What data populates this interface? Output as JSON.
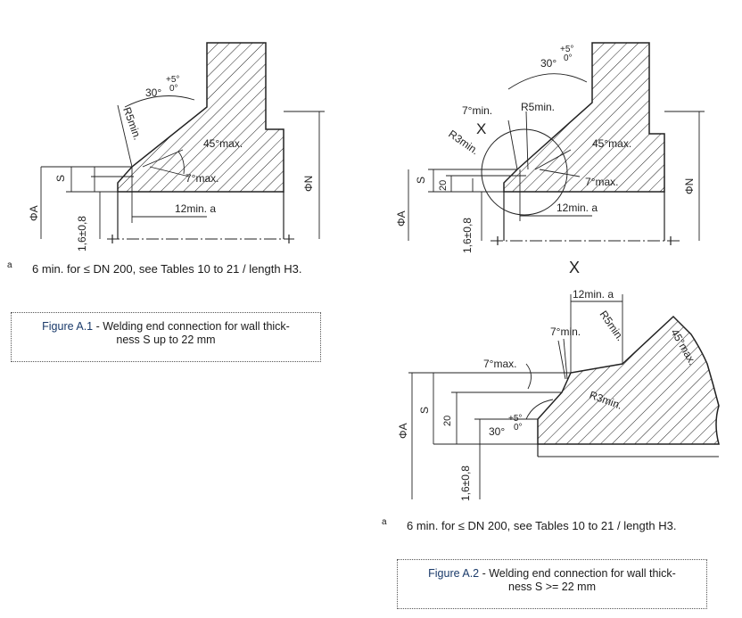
{
  "figure1": {
    "labels": {
      "angle_main": "30°",
      "tol_plus": "+5°",
      "tol_zero": "0°",
      "r5": "R5min.",
      "a45": "45°max.",
      "a7": "7°max.",
      "s": "S",
      "twelve": "12min. a",
      "phiA": "ΦA",
      "phiN": "ΦN",
      "root": "1,6±0,8"
    },
    "note": {
      "mark": "a",
      "text": "6 min. for ≤ DN 200, see Tables 10 to 21 / length H3."
    },
    "caption": {
      "label": "Figure A.1",
      "text_1": " - Welding end connection for wall thick-",
      "text_2": "ness S up to 22 mm"
    }
  },
  "figure2": {
    "labels": {
      "angle_main": "30°",
      "tol_plus": "+5°",
      "tol_zero": "0°",
      "a7min": "7°min.",
      "r5": "R5min.",
      "x": "X",
      "r3": "R3min.",
      "a45": "45°max.",
      "a7": "7°max.",
      "s": "S",
      "twenty": "20",
      "twelve": "12min. a",
      "phiA": "ΦA",
      "phiN": "ΦN",
      "root": "1,6±0,8"
    }
  },
  "detailX": {
    "labels": {
      "title": "X",
      "twelve": "12min. a",
      "r5": "R5min.",
      "a45": "45°max.",
      "a7min": "7°min.",
      "a7max": "7°max.",
      "r3": "R3min.",
      "s": "S",
      "twenty": "20",
      "phiA": "ΦA",
      "angle_main": "30°",
      "tol_plus": "+5°",
      "tol_zero": "0°",
      "root": "1,6±0,8"
    },
    "note": {
      "mark": "a",
      "text": "6 min. for ≤ DN 200, see Tables 10 to 21 / length H3."
    },
    "caption": {
      "label": "Figure A.2",
      "text_1": " - Welding end connection for wall thick-",
      "text_2": "ness S >= 22 mm"
    }
  }
}
